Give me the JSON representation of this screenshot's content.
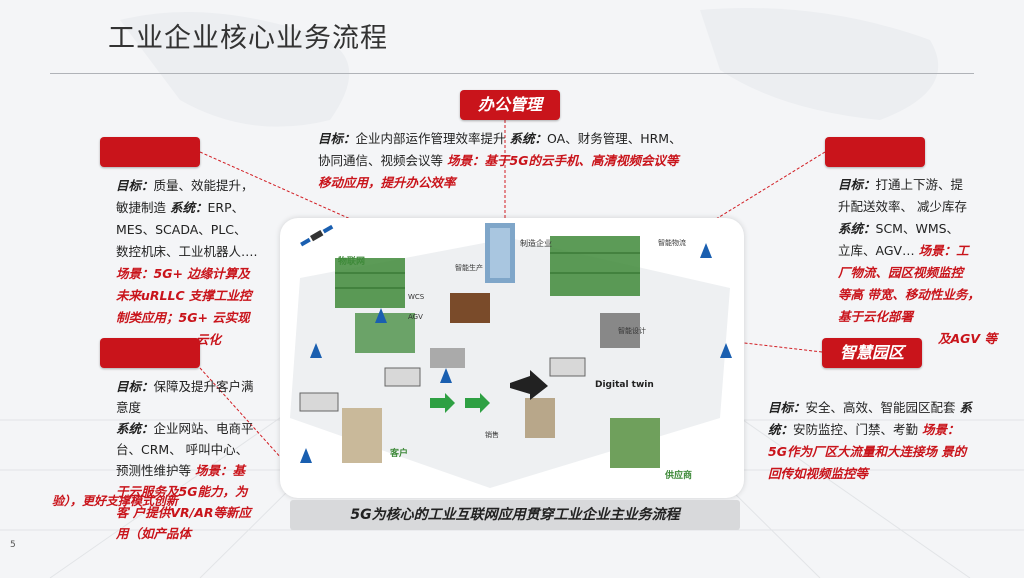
{
  "title": "工业企业核心业务流程",
  "page_number": "5",
  "top_center": {
    "tag": "办公管理",
    "goal_label": "目标：",
    "goal_text": "企业内部运作管理效率提升",
    "system_label": "系统：",
    "system_text": "OA、财务管理、HRM、",
    "system_text_2": "协同通信、视频会议等",
    "scene_label": "场景：",
    "scene_text_1": "基于5G的云手机、高清视频会议等",
    "scene_text_2": "移动应用，提升办公效率"
  },
  "left_top": {
    "goal_label": "目标：",
    "goal_text": "质量、效能提升，",
    "line2": "敏捷制造",
    "system_label": "系统：",
    "system_text": "ERP、",
    "line3": "MES、SCADA、PLC、",
    "line4": "数控机床、工业机器人….",
    "scene_1": "场景：5G+ 边缘计算及",
    "scene_2": "未来uRLLC 支撑工业控",
    "scene_3": "制类应用；5G+ 云实现",
    "scene_4": "云化"
  },
  "left_bottom": {
    "goal_label": "目标：",
    "goal_text": "保障及提升客户满",
    "goal_text_2": "意度",
    "system_label": "系统：",
    "system_text": "企业网站、电商平",
    "line3": "台、CRM、 呼叫中心、",
    "line4": "预测性维护等",
    "scene_a": "场景：基",
    "scene_b": "于云服务及5G能力，为",
    "scene_c": "客 户提供VR/AR等新应",
    "scene_d": "用（如产品体",
    "scene_e": "验），更好支撑模式创新"
  },
  "right_top": {
    "goal_label": "目标：",
    "goal_text": "打通上下游、提",
    "goal_text_2": "升配送效率、 减少库存",
    "system_label": "系统：",
    "system_text": "SCM、WMS、",
    "line3": "立库、AGV…",
    "scene_1": "场景：工",
    "scene_2": "厂物流、园区视频监控",
    "scene_3": "等高 带宽、移动性业务，",
    "scene_4": "基于云化部署",
    "scene_5": "及AGV 等"
  },
  "right_bottom": {
    "tag": "智慧园区",
    "goal_label": "目标：",
    "goal_text": "安全、高效、智能园区配套",
    "system_label": "系",
    "system_label_2": "统：",
    "system_text": "安防监控、门禁、考勤",
    "scene_label": "场景：",
    "scene_1": "5G作为厂区大流量和大连接场 景的",
    "scene_2": "回传如视频监控等"
  },
  "scene_labels": {
    "iot": "物联网",
    "enterprise": "制造企业",
    "customer": "客户",
    "supplier": "供应商",
    "digital_twin": "Digital twin",
    "smart_logistics": "智能物流",
    "smart_production": "智能生产",
    "sales": "销售",
    "agv": "AGV",
    "wcs": "WCS",
    "smart_design": "智能设计"
  },
  "caption": "5G为核心的工业互联网应用贯穿工业企业主业务流程",
  "colors": {
    "accent": "#c9141b",
    "dashed": "#d21c22"
  }
}
